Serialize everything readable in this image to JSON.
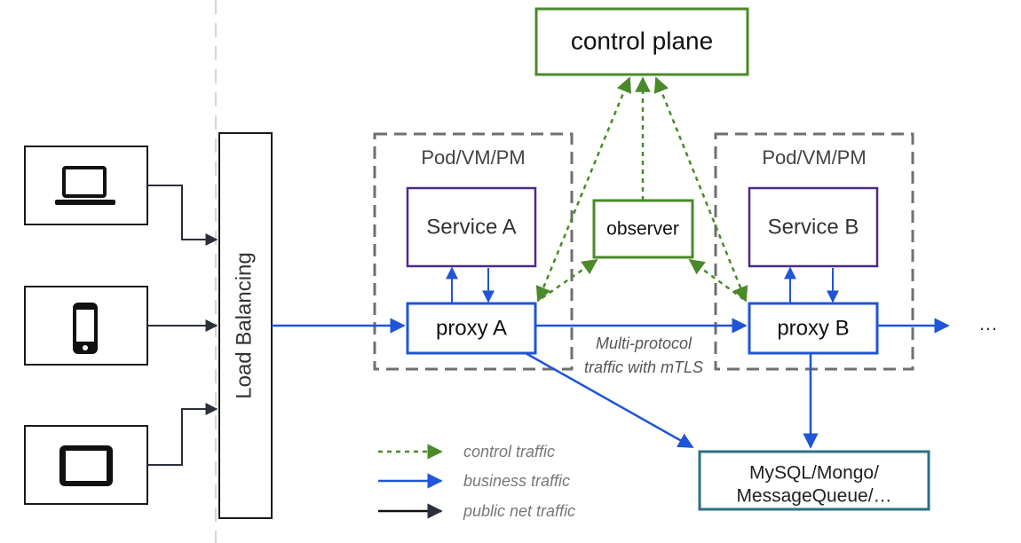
{
  "control_plane": {
    "label": "control plane"
  },
  "observer": {
    "label": "observer"
  },
  "pod_left": {
    "label": "Pod/VM/PM",
    "service": "Service A",
    "proxy": "proxy A"
  },
  "pod_right": {
    "label": "Pod/VM/PM",
    "service": "Service B",
    "proxy": "proxy B"
  },
  "load_balancer": {
    "label": "Load Balancing"
  },
  "clients": [
    {
      "icon": "laptop-icon"
    },
    {
      "icon": "phone-icon"
    },
    {
      "icon": "tablet-icon"
    }
  ],
  "edge_label": {
    "line1": "Multi-protocol",
    "line2": "traffic with mTLS"
  },
  "datastore": {
    "line1": "MySQL/Mongo/",
    "line2": "MessageQueue/…"
  },
  "continuation": "…",
  "legend": {
    "control": "control traffic",
    "business": "business traffic",
    "public": "public net traffic"
  },
  "colors": {
    "control": "#4a8a2a",
    "business": "#1f55d6",
    "public": "#1a1a1a",
    "service_border": "#4b2a8a",
    "datastore_border": "#2d6f86",
    "pod_border": "#6f6f6f"
  }
}
